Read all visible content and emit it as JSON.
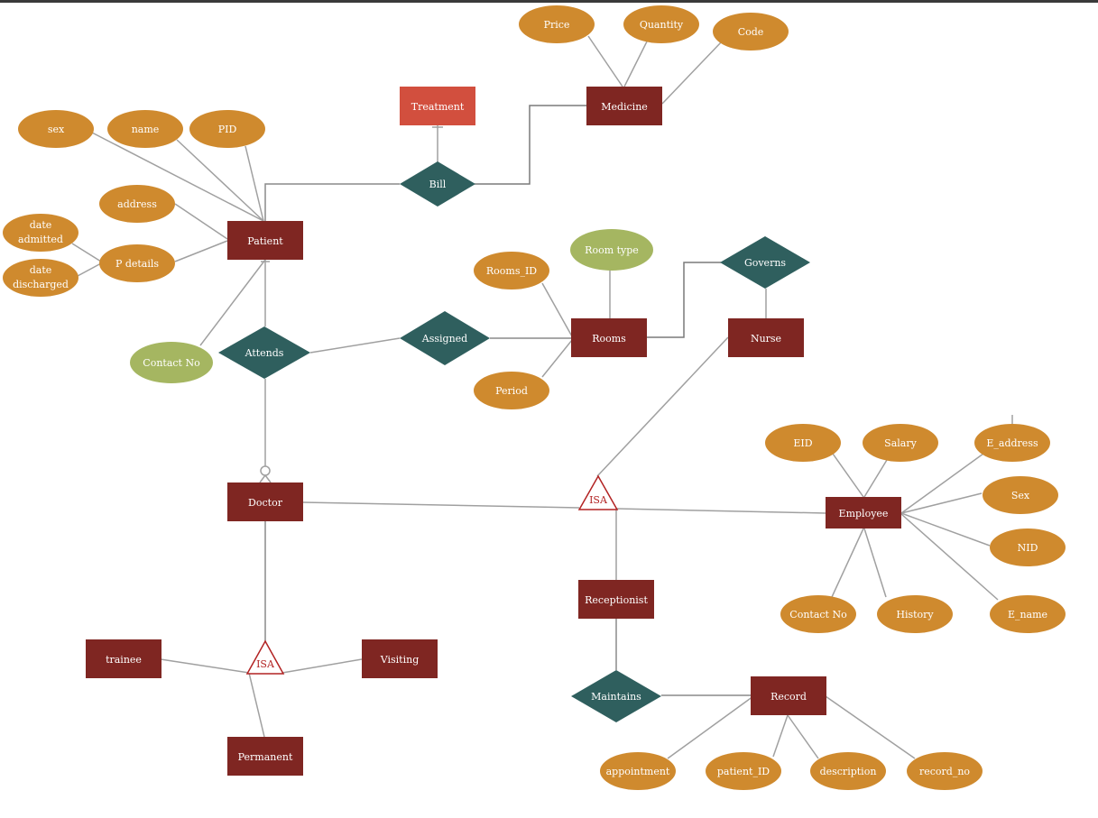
{
  "colors": {
    "entity": "#7f2622",
    "entity_highlight": "#d24f3e",
    "relationship": "#2f5f5e",
    "attribute": "#cf8a2e",
    "attribute_alt": "#a5b661",
    "isa_stroke": "#b22222",
    "line": "#a0a0a0",
    "text": "#ffffff",
    "topbar": "#3a3a3a"
  },
  "entities": {
    "treatment": "Treatment",
    "medicine": "Medicine",
    "patient": "Patient",
    "rooms": "Rooms",
    "nurse": "Nurse",
    "doctor": "Doctor",
    "employee": "Employee",
    "receptionist": "Receptionist",
    "trainee": "trainee",
    "visiting": "Visiting",
    "permanent": "Permanent",
    "record": "Record"
  },
  "relationships": {
    "bill": "Bill",
    "governs": "Governs",
    "attends": "Attends",
    "assigned": "Assigned",
    "maintains": "Maintains"
  },
  "isa": {
    "doctor_isa": "ISA",
    "employee_isa": "ISA"
  },
  "attributes": {
    "price": "Price",
    "quantity": "Quantity",
    "code": "Code",
    "sex": "sex",
    "name": "name",
    "pid": "PID",
    "address": "address",
    "date_admitted_line1": "date",
    "date_admitted_line2": "admitted",
    "p_details": "P details",
    "date_discharged_line1": "date",
    "date_discharged_line2": "discharged",
    "contact_no_patient": "Contact  No",
    "room_type": "Room type",
    "rooms_id": "Rooms_ID",
    "period": "Period",
    "eid": "EID",
    "salary": "Salary",
    "e_address": "E_address",
    "emp_sex": "Sex",
    "nid": "NID",
    "contact_no_employee": "Contact  No",
    "history": "History",
    "e_name": "E_name",
    "appointment": "appointment",
    "patient_id": "patient_ID",
    "description": "description",
    "record_no": "record_no"
  }
}
